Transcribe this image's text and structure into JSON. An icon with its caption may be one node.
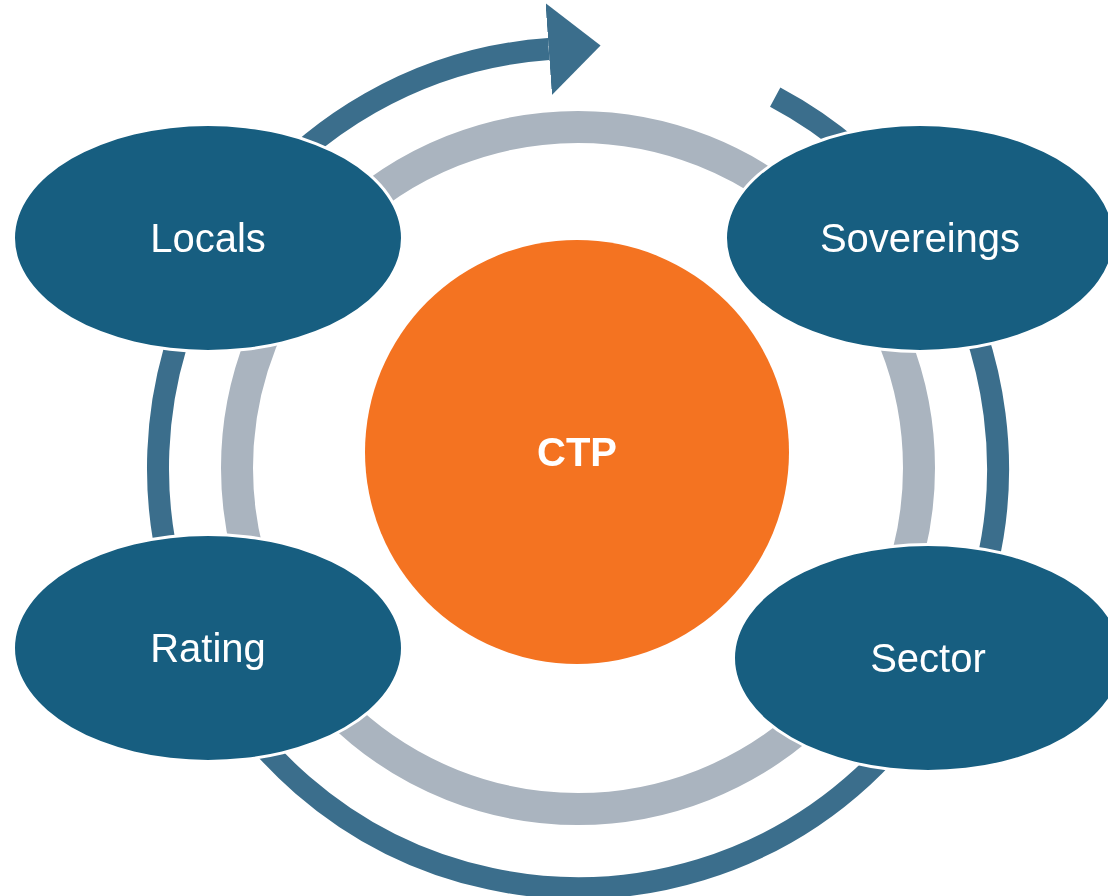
{
  "diagram": {
    "nodes": [
      {
        "text": [
          "Locals"
        ]
      },
      {
        "text": [
          "Sovereings"
        ]
      },
      {
        "text": [
          "CTP"
        ]
      },
      {
        "text": [
          "Rating"
        ]
      },
      {
        "text": [
          "Sector"
        ]
      }
    ]
  }
}
